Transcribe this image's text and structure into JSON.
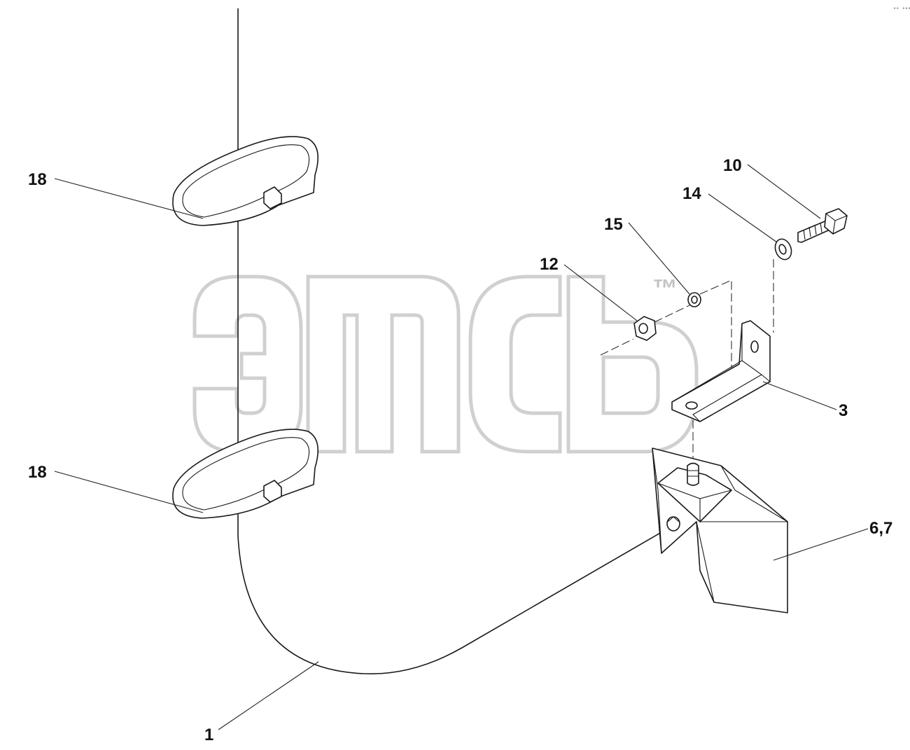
{
  "watermark": {
    "trademark": "™"
  },
  "corner_mark": "°° °°°",
  "callouts": {
    "cable": "1",
    "bracket": "3",
    "unit": "6,7",
    "bolt": "10",
    "nut": "12",
    "washer": "14",
    "spring_washer": "15",
    "tie_upper": "18",
    "tie_lower": "18"
  },
  "colors": {
    "line": "#1a1a1a",
    "watermark": "#a9a9a9",
    "background": "#ffffff"
  }
}
